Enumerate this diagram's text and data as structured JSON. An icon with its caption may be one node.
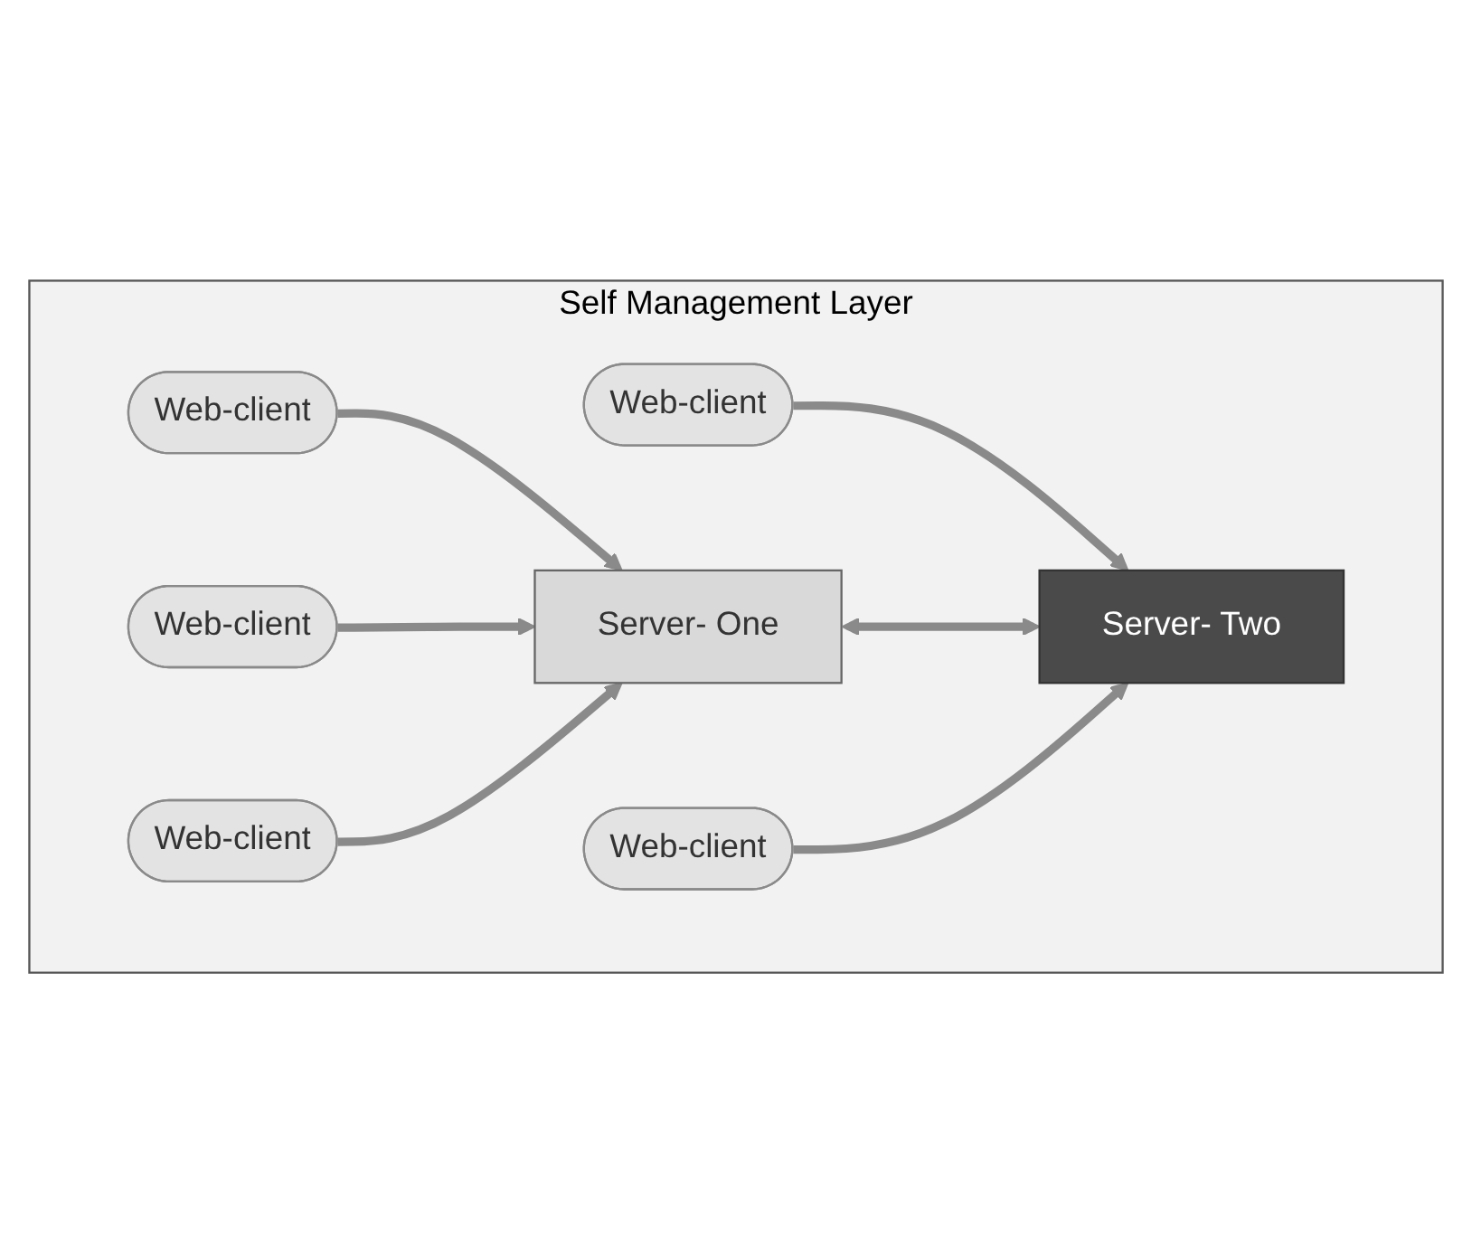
{
  "diagram": {
    "nodes": [
      {
        "text": [
          "Self Management Layer"
        ]
      },
      {
        "text": [
          "Web-client"
        ],
        "in": 0
      },
      {
        "text": [
          "Web-client"
        ],
        "in": 0
      },
      {
        "text": [
          "Web-client"
        ],
        "in": 0
      },
      {
        "text": [
          "Server- One"
        ],
        "in": 0
      },
      {
        "text": [
          "Server- Two"
        ],
        "in": 0
      },
      {
        "text": [
          "Web-client"
        ],
        "in": 0
      },
      {
        "text": [
          "Web-client"
        ],
        "in": 0
      }
    ],
    "edges": [
      {
        "from": 1,
        "to": 4,
        "arrow": "to"
      },
      {
        "from": 2,
        "to": 4,
        "arrow": "to"
      },
      {
        "from": 3,
        "to": 5,
        "arrow": "to"
      },
      {
        "from": 4,
        "to": 5,
        "arrow": "both"
      },
      {
        "from": 6,
        "to": 4,
        "arrow": "to"
      },
      {
        "from": 7,
        "to": 5,
        "arrow": "to"
      }
    ]
  }
}
